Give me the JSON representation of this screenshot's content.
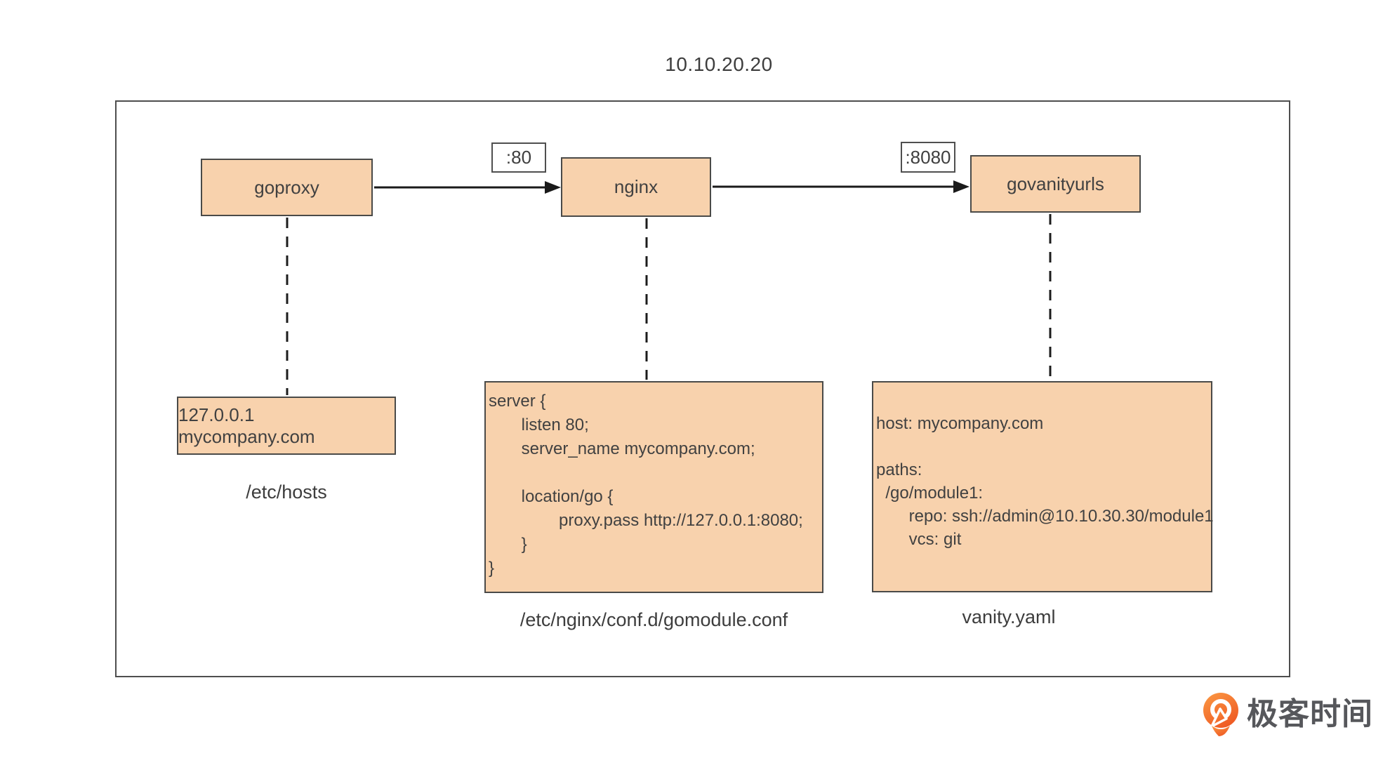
{
  "title": "10.10.20.20",
  "nodes": {
    "goproxy": {
      "label": "goproxy"
    },
    "nginx": {
      "label": "nginx"
    },
    "govanityurls": {
      "label": "govanityurls"
    }
  },
  "edges": [
    {
      "from": "goproxy",
      "to": "nginx",
      "label": ":80"
    },
    {
      "from": "nginx",
      "to": "govanityurls",
      "label": ":8080"
    }
  ],
  "ports": {
    "nginx_in": ":80",
    "govanityurls_in": ":8080"
  },
  "configs": {
    "hosts": {
      "content": "127.0.0.1 mycompany.com",
      "caption": "/etc/hosts"
    },
    "nginx_conf": {
      "content": "server {\n       listen 80;\n       server_name mycompany.com;\n\n       location/go {\n               proxy.pass http://127.0.0.1:8080;\n       }\n}",
      "caption": "/etc/nginx/conf.d/gomodule.conf"
    },
    "vanity": {
      "content": "host: mycompany.com\n\npaths:\n  /go/module1:\n       repo: ssh://admin@10.10.30.30/module1\n       vcs: git",
      "caption": "vanity.yaml"
    }
  },
  "logo": {
    "text": "极客时间",
    "icon": "geektime-pin-icon",
    "brand_color": "#F4661F"
  },
  "colors": {
    "node_fill": "#F8D2AD",
    "node_border": "#4A4A48",
    "text": "#414141",
    "line": "#1A1A1A",
    "outer_border": "#4E4E4E"
  }
}
